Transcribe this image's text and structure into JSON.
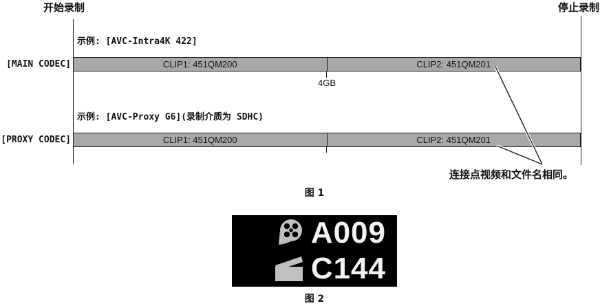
{
  "figure1": {
    "start_label": "开始录制",
    "stop_label": "停止录制",
    "size_label": "4GB",
    "bars": [
      {
        "example": "示例: [AVC-Intra4K 422]",
        "codec_label": "[MAIN CODEC]",
        "clip1": "CLIP1: 451QM200",
        "clip2": "CLIP2: 451QM201"
      },
      {
        "example": "示例: [AVC-Proxy G6](录制介质为 SDHC)",
        "codec_label": "[PROXY CODEC]",
        "clip1": "CLIP1: 451QM200",
        "clip2": "CLIP2: 451QM201"
      }
    ],
    "annotation": "连接点视频和文件名相同。",
    "caption": "图 1"
  },
  "figure2": {
    "reel_value": "A009",
    "clap_value": "C144",
    "caption": "图 2"
  },
  "colors": {
    "bar_fill": "#a8a8a8",
    "bar_border": "#1a1a1a",
    "line": "#1a1a1a",
    "display_bg": "#000000",
    "display_text": "#f2f2f2",
    "display_icon": "#c0c0c0"
  }
}
